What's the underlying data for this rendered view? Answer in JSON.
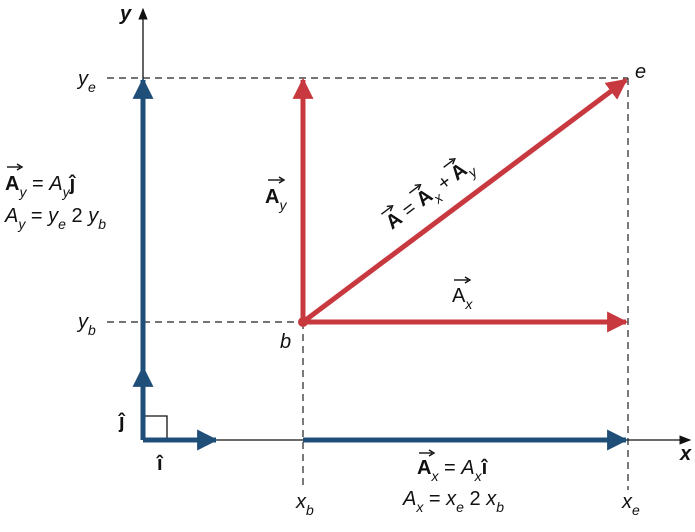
{
  "axes": {
    "x_label": "x",
    "y_label": "y"
  },
  "points": {
    "begin": "b",
    "end": "e"
  },
  "ticks": {
    "y_e": {
      "base": "y",
      "sub": "e"
    },
    "y_b": {
      "base": "y",
      "sub": "b"
    },
    "x_b": {
      "base": "x",
      "sub": "b"
    },
    "x_e": {
      "base": "x",
      "sub": "e"
    }
  },
  "unit_vectors": {
    "i_hat": "î",
    "j_hat": "ĵ"
  },
  "labels": {
    "A_vec": "A",
    "A_x_vec": {
      "base": "A",
      "sub": "x"
    },
    "A_y_vec": {
      "base": "A",
      "sub": "y"
    },
    "resultant_eq": {
      "A": "A",
      "eq": "=",
      "Ax": "A",
      "x": "x",
      "plus": "+",
      "Ay": "A",
      "y": "y"
    }
  },
  "equations": {
    "ay_vector": {
      "lhs_base": "A",
      "lhs_sub": "y",
      "eq": " = ",
      "rhs_base": "A",
      "rhs_sub": "y",
      "unit": "ĵ"
    },
    "ay_scalar": {
      "lhs_base": "A",
      "lhs_sub": "y",
      "eq": " = ",
      "t1_base": "y",
      "t1_sub": "e",
      "op": " 2 ",
      "t2_base": "y",
      "t2_sub": "b"
    },
    "ax_vector": {
      "lhs_base": "A",
      "lhs_sub": "x",
      "eq": " = ",
      "rhs_base": "A",
      "rhs_sub": "x",
      "unit": "î"
    },
    "ax_scalar": {
      "lhs_base": "A",
      "lhs_sub": "x",
      "eq": " = ",
      "t1_base": "x",
      "t1_sub": "e",
      "op": " 2 ",
      "t2_base": "x",
      "t2_sub": "b"
    }
  },
  "colors": {
    "blue": "#1f4e79",
    "red": "#c8393f",
    "axis": "#111111",
    "dash": "#222222"
  }
}
